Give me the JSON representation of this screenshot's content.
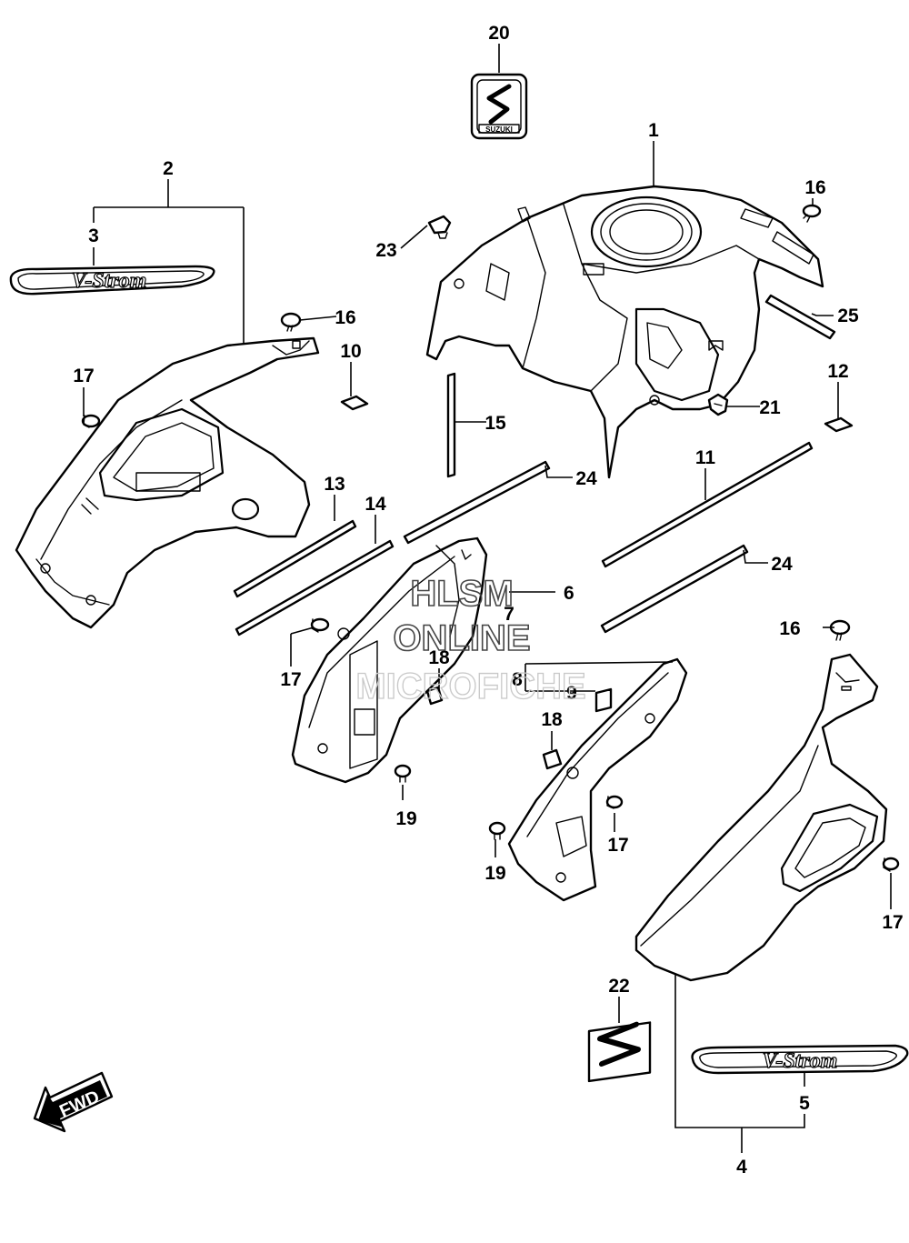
{
  "diagram": {
    "callouts": [
      "1",
      "2",
      "3",
      "4",
      "5",
      "6",
      "7",
      "8",
      "9",
      "10",
      "11",
      "12",
      "13",
      "14",
      "15",
      "16",
      "17",
      "18",
      "19",
      "20",
      "21",
      "22",
      "23",
      "24",
      "25"
    ],
    "watermark": {
      "line1": "HLSM",
      "line2": "ONLINE",
      "line3": "MICROFICHE"
    },
    "fwd_label": "FWD",
    "emblem_text": "SUZUKI",
    "logo_text": "V-Strom"
  }
}
